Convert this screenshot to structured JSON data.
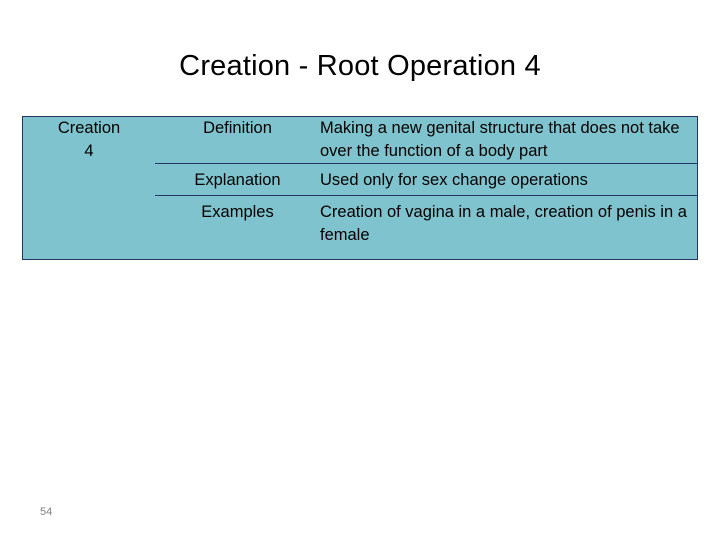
{
  "slide": {
    "title": "Creation - Root Operation 4",
    "page_number": "54",
    "accent_color": "#7FC3CE",
    "border_color": "#1F3864",
    "table": {
      "label_line1": "Creation",
      "label_line2": "4",
      "rows": [
        {
          "term": "Definition",
          "text": "Making a new genital structure that does not take over the function of a body part"
        },
        {
          "term": "Explanation",
          "text": "Used only for sex change operations"
        },
        {
          "term": "Examples",
          "text": "Creation of vagina in a male, creation of penis in a female"
        }
      ]
    }
  }
}
